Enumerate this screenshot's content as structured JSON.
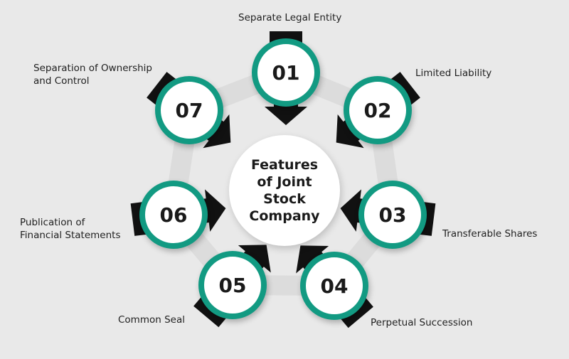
{
  "diagram": {
    "title": "Features of Joint Stock Company",
    "center_lines": [
      "Features",
      "of Joint",
      "Stock",
      "Company"
    ],
    "colors": {
      "background": "#e9e9e9",
      "ring": "#129a82",
      "arrow": "#111111",
      "track": "#dcdcdc",
      "text": "#1f1f1f"
    },
    "features": [
      {
        "number": "01",
        "label": "Separate Legal Entity"
      },
      {
        "number": "02",
        "label": "Limited Liability"
      },
      {
        "number": "03",
        "label": "Transferable Shares"
      },
      {
        "number": "04",
        "label": "Perpetual Succession"
      },
      {
        "number": "05",
        "label": "Common Seal"
      },
      {
        "number": "06",
        "label": "Publication of\nFinancial Statements"
      },
      {
        "number": "07",
        "label": "Separation of Ownership\nand Control"
      }
    ]
  }
}
